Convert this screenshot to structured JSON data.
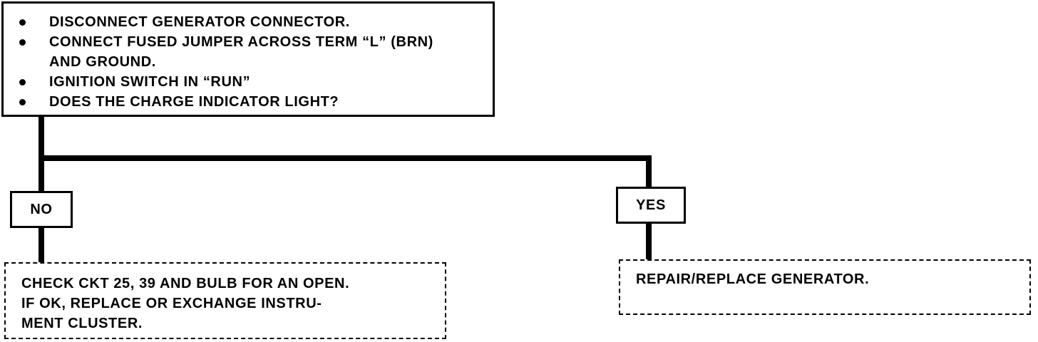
{
  "question_box": {
    "steps": [
      "DISCONNECT GENERATOR CONNECTOR.",
      "CONNECT FUSED JUMPER ACROSS TERM “L” (BRN)  AND GROUND.",
      "IGNITION SWITCH IN “RUN”",
      "DOES THE CHARGE INDICATOR LIGHT?"
    ]
  },
  "branches": {
    "no": {
      "label": "NO",
      "result_lines": [
        "CHECK CKT 25, 39 AND BULB FOR AN OPEN.",
        "IF OK, REPLACE OR EXCHANGE INSTRU-",
        "MENT CLUSTER."
      ]
    },
    "yes": {
      "label": "YES",
      "result_lines": [
        "REPAIR/REPLACE GENERATOR."
      ]
    }
  }
}
